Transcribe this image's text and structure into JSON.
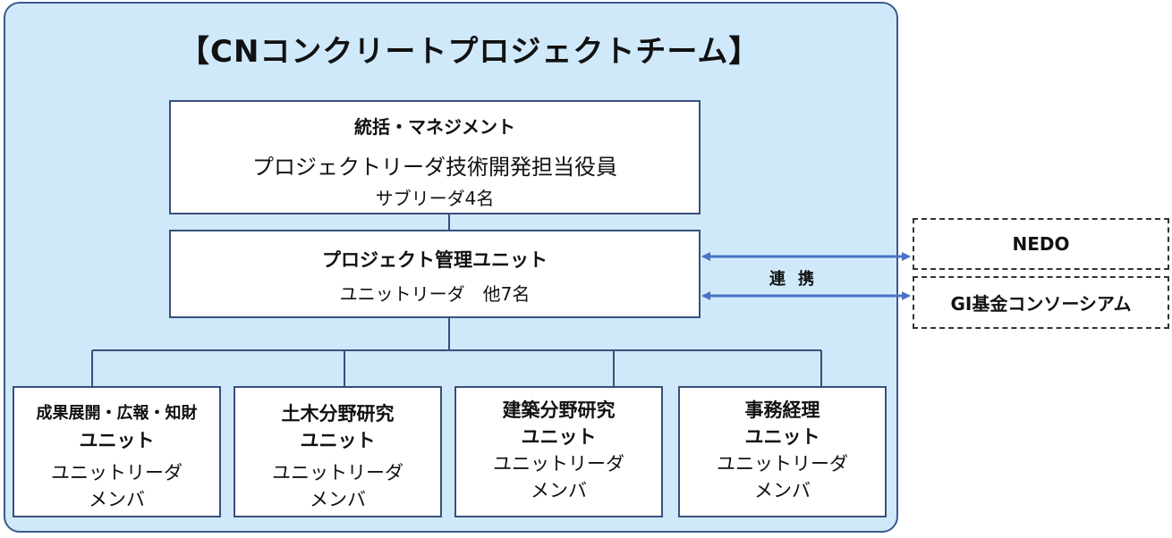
{
  "title": "【CNコンクリートプロジェクトチーム】",
  "management": {
    "heading": "統括・マネジメント",
    "line1": "プロジェクトリーダ技術開発担当役員",
    "line2": "サブリーダ4名"
  },
  "project_unit": {
    "heading": "プロジェクト管理ユニット",
    "line1": "ユニットリーダ　他7名"
  },
  "units": [
    {
      "line1": "成果展開・広報・知財",
      "line2": "ユニット",
      "leader": "ユニットリーダ",
      "member": "メンバ"
    },
    {
      "line1": "土木分野研究",
      "line2": "ユニット",
      "leader": "ユニットリーダ",
      "member": "メンバ"
    },
    {
      "line1": "建築分野研究",
      "line2": "ユニット",
      "leader": "ユニットリーダ",
      "member": "メンバ"
    },
    {
      "line1": "事務経理",
      "line2": "ユニット",
      "leader": "ユニットリーダ",
      "member": "メンバ"
    }
  ],
  "link_label": "連携",
  "external": [
    {
      "label": "NEDO"
    },
    {
      "label": "GI基金コンソーシアム"
    }
  ],
  "colors": {
    "panel_bg": "#cfe9fb",
    "border": "#3a4f7a",
    "arrow": "#4a72c4"
  }
}
